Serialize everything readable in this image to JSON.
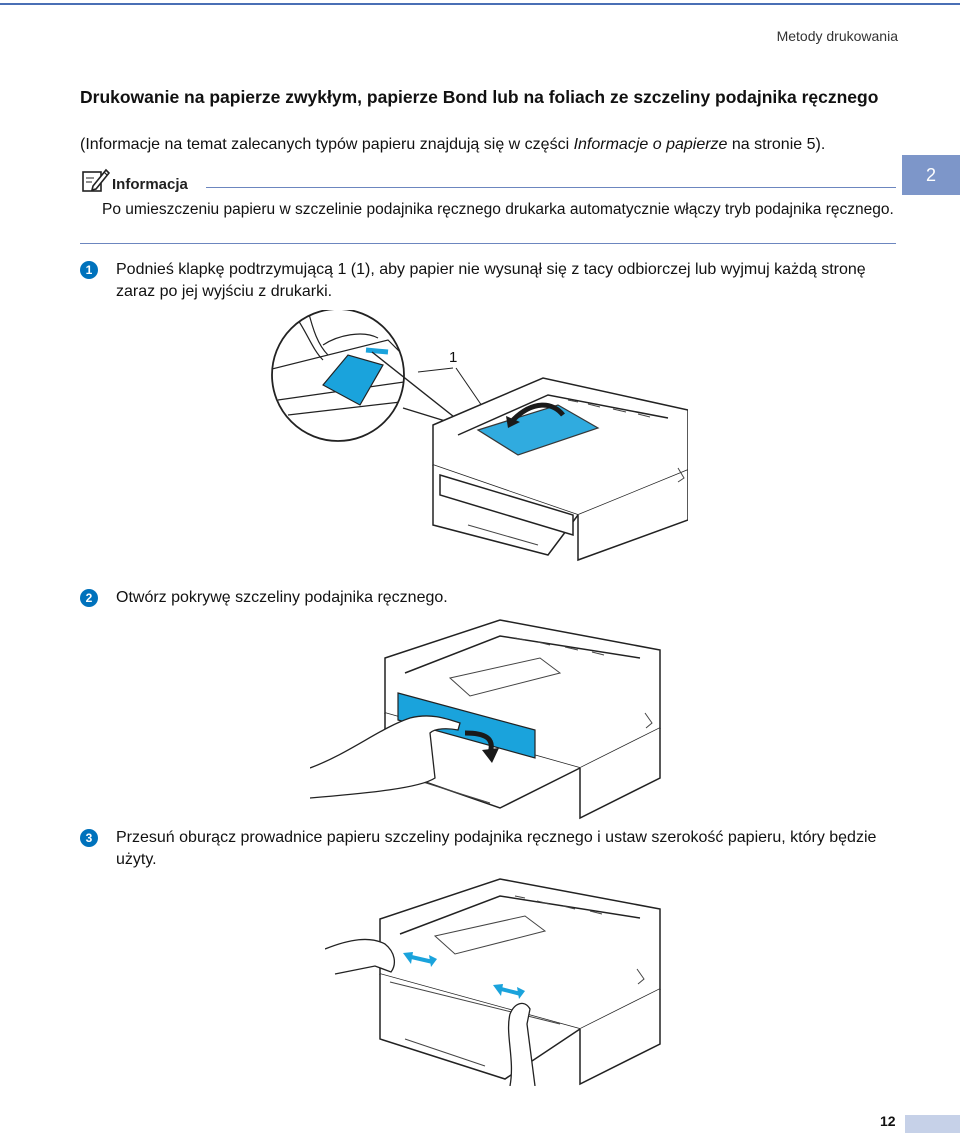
{
  "header": {
    "running_title": "Metody drukowania",
    "chapter_number": "2"
  },
  "section": {
    "title": "Drukowanie na papierze zwykłym, papierze Bond lub na foliach ze szczeliny podajnika ręcznego",
    "intro": {
      "before": "(Informacje na temat zalecanych typów papieru znajdują się w części ",
      "ref": "Informacje o papierze",
      "after": " na stronie 5)."
    }
  },
  "note": {
    "icon": "note-pencil-icon",
    "title": "Informacja",
    "body": "Po umieszczeniu papieru w szczelinie podajnika ręcznego drukarka automatycznie włączy tryb podajnika ręcznego."
  },
  "steps": [
    {
      "badge": "1",
      "text": "Podnieś klapkę podtrzymującą 1 (1), aby papier nie wysunął się z tacy odbiorczej lub wyjmuj każdą stronę zaraz po jej wyjściu z drukarki."
    },
    {
      "badge": "2",
      "text": "Otwórz pokrywę szczeliny podajnika ręcznego."
    },
    {
      "badge": "3",
      "text": "Przesuń oburącz prowadnice papieru szczeliny podajnika ręcznego i ustaw szerokość papieru, który będzie użyty."
    }
  ],
  "figures": {
    "callout_label": "1",
    "accent_color": "#1aa3dc"
  },
  "footer": {
    "page_number": "12"
  }
}
